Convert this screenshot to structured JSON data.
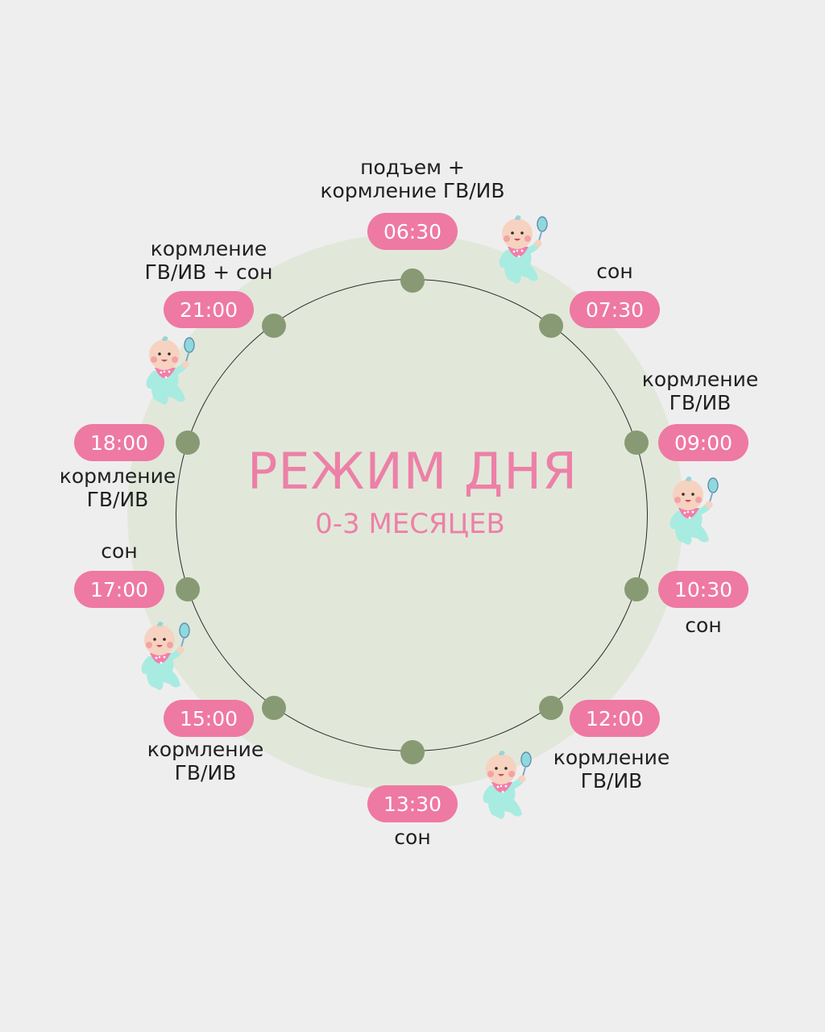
{
  "title": "РЕЖИМ ДНЯ",
  "subtitle": "0-3 МЕСЯЦЕВ",
  "colors": {
    "background": "#efeeee",
    "circle_fill": "#e1e8da",
    "dot": "#889a73",
    "pill": "#ee79a3",
    "title": "#ed80a7"
  },
  "schedule": [
    {
      "time": "06:30",
      "activity": "подъем +\nкормление ГВ/ИВ"
    },
    {
      "time": "07:30",
      "activity": "сон"
    },
    {
      "time": "09:00",
      "activity": "кормление\nГВ/ИВ"
    },
    {
      "time": "10:30",
      "activity": "сон"
    },
    {
      "time": "12:00",
      "activity": "кормление\nГВ/ИВ"
    },
    {
      "time": "13:30",
      "activity": "сон"
    },
    {
      "time": "15:00",
      "activity": "кормление\nГВ/ИВ"
    },
    {
      "time": "17:00",
      "activity": "сон"
    },
    {
      "time": "18:00",
      "activity": "кормление\nГВ/ИВ"
    },
    {
      "time": "21:00",
      "activity": "кормление\nГВ/ИВ + сон"
    }
  ],
  "decorations": {
    "icon": "baby-with-rattle-icon",
    "count": 5
  }
}
